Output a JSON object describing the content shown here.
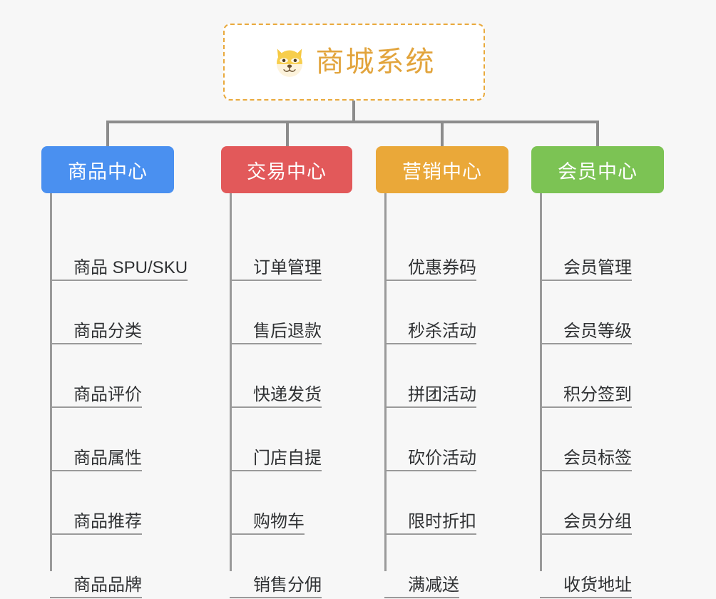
{
  "background_color": "#f7f7f7",
  "root": {
    "icon": "shiba-dog-face-icon",
    "title": "商城系统",
    "text_color": "#e2a43c",
    "border_color": "#e9a93c",
    "fill_color": "#ffffff"
  },
  "connector_color": "#8c8c8c",
  "branches": [
    {
      "label": "商品中心",
      "color": "#4a90f0",
      "items": [
        "商品 SPU/SKU",
        "商品分类",
        "商品评价",
        "商品属性",
        "商品推荐",
        "商品品牌"
      ]
    },
    {
      "label": "交易中心",
      "color": "#e2595a",
      "items": [
        "订单管理",
        "售后退款",
        "快递发货",
        "门店自提",
        "购物车",
        "销售分佣"
      ]
    },
    {
      "label": "营销中心",
      "color": "#eaa839",
      "items": [
        "优惠券码",
        "秒杀活动",
        "拼团活动",
        "砍价活动",
        "限时折扣",
        "满减送"
      ]
    },
    {
      "label": "会员中心",
      "color": "#7cc354",
      "items": [
        "会员管理",
        "会员等级",
        "积分签到",
        "会员标签",
        "会员分组",
        "收货地址"
      ]
    }
  ]
}
